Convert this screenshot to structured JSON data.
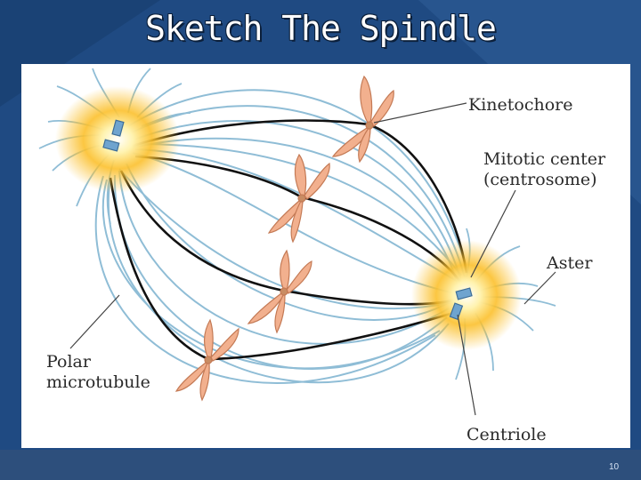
{
  "slide": {
    "title": "Sketch The Spindle",
    "page_number": "10"
  },
  "diagram": {
    "labels": {
      "kinetochore": "Kinetochore",
      "mitotic_center_line1": "Mitotic center",
      "mitotic_center_line2": "(centrosome)",
      "aster": "Aster",
      "polar_line1": "Polar",
      "polar_line2": "microtubule",
      "centriole": "Centriole"
    },
    "colors": {
      "slide_background": "#1f4a82",
      "microtubule": "#8fbdd6",
      "kinetochore_fiber": "#111111",
      "chromosome": "#f2b08e",
      "centriole": "#6fa4cf",
      "aster_glow": "#fbc02d"
    }
  }
}
